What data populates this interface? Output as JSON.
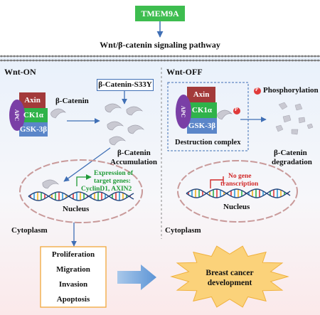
{
  "title_box": "TMEM9A",
  "pathway_label": "Wnt/β-catenin signaling pathway",
  "wnt_on": {
    "heading": "Wnt-ON",
    "complex": {
      "axin": "Axin",
      "ck1a": "CK1α",
      "gsk3b": "GSK-3β",
      "apc": "APC"
    },
    "beta_catenin": "β-Catenin",
    "mutant_box": "β-Catenin-S33Y",
    "accumulation_line1": "β-Catenin",
    "accumulation_line2": "Accumulation",
    "expression_line1": "Expression of",
    "expression_line2": "target genes:",
    "expression_line3": "CyclinD1, AXIN2",
    "nucleus": "Nucleus",
    "cytoplasm": "Cytoplasm"
  },
  "wnt_off": {
    "heading": "Wnt-OFF",
    "phospho_symbol": "P",
    "phosphorylation": "Phosphorylation",
    "complex": {
      "axin": "Axin",
      "ck1a": "CK1α",
      "gsk3b": "GSK-3β",
      "apc": "APC"
    },
    "destruction_complex": "Destruction complex",
    "degradation_line1": "β-Catenin",
    "degradation_line2": "degradation",
    "no_gene_line1": "No gene",
    "no_gene_line2": "transcription",
    "nucleus": "Nucleus",
    "cytoplasm": "Cytoplasm"
  },
  "outcomes": [
    "Proliferation",
    "Migration",
    "Invasion",
    "Apoptosis"
  ],
  "result": {
    "line1": "Breast cancer",
    "line2": "development"
  },
  "colors": {
    "green_box": "#3dbd4f",
    "axin": "#a33a3a",
    "ck1a": "#2fb34a",
    "gsk3b": "#5b86c9",
    "apc": "#7a3fa6",
    "membrane": "#6e6e6e",
    "arrow_blue": "#3f6fb5",
    "expression_green": "#1f9a36",
    "no_gene_red": "#d12a2a",
    "outcome_border": "#f0a73a",
    "burst": "#fbd27a",
    "nucleus_ring": "#c99a9a"
  }
}
